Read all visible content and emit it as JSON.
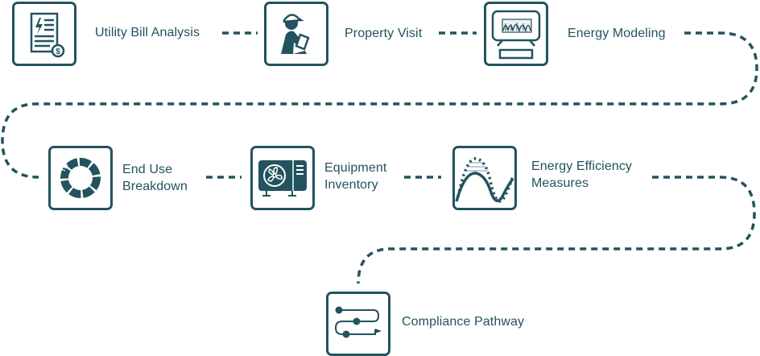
{
  "colors": {
    "primary": "#23535e",
    "light": "#a9bcc0",
    "background": "#ffffff"
  },
  "steps": [
    {
      "id": "utility-bill-analysis",
      "lines": [
        "Utility Bill Analysis"
      ],
      "icon": "utility-bill-icon"
    },
    {
      "id": "property-visit",
      "lines": [
        "Property Visit"
      ],
      "icon": "inspector-icon"
    },
    {
      "id": "energy-modeling",
      "lines": [
        "Energy Modeling"
      ],
      "icon": "computer-monitor-icon"
    },
    {
      "id": "end-use-breakdown",
      "lines": [
        "End Use",
        "Breakdown"
      ],
      "icon": "donut-chart-icon"
    },
    {
      "id": "equipment-inventory",
      "lines": [
        "Equipment",
        "Inventory"
      ],
      "icon": "hvac-unit-icon"
    },
    {
      "id": "energy-efficiency-measures",
      "lines": [
        "Energy Efficiency",
        "Measures"
      ],
      "icon": "wave-curve-icon"
    },
    {
      "id": "compliance-pathway",
      "lines": [
        "Compliance Pathway"
      ],
      "icon": "pathway-icon"
    }
  ]
}
